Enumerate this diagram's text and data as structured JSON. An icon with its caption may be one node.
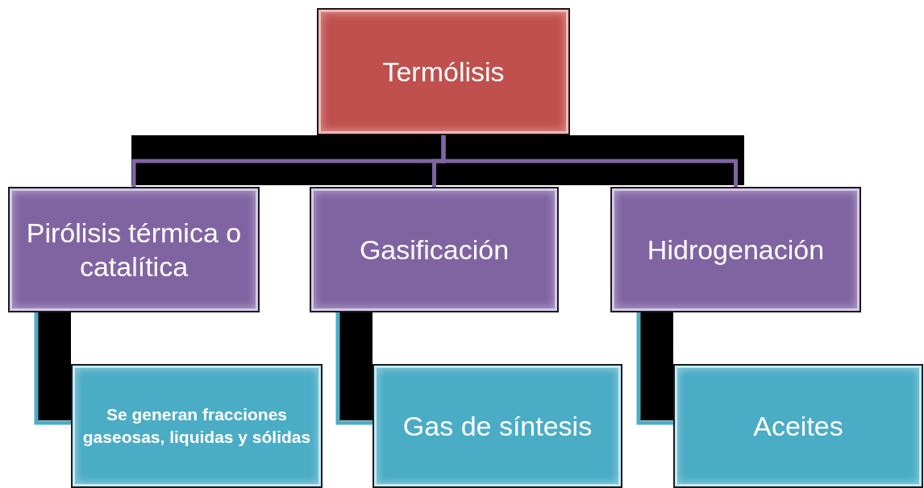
{
  "diagram": {
    "nodes": [
      {
        "text": [
          "Termólisis"
        ]
      },
      {
        "text": [
          "Pirólisis térmica o catalítica"
        ]
      },
      {
        "text": [
          "Gasificación"
        ]
      },
      {
        "text": [
          "Hidrogenación"
        ]
      },
      {
        "text": [
          "Se generan fracciones gaseosas, liquidas y sólidas"
        ]
      },
      {
        "text": [
          "Gas de síntesis"
        ]
      },
      {
        "text": [
          "Aceites"
        ]
      }
    ],
    "edges": [
      {
        "from": 0,
        "to": 1,
        "arrow": "none"
      },
      {
        "from": 0,
        "to": 2,
        "arrow": "none"
      },
      {
        "from": 0,
        "to": 3,
        "arrow": "none"
      },
      {
        "from": 1,
        "to": 4,
        "arrow": "none",
        "color": "#4bacc6"
      },
      {
        "from": 2,
        "to": 5,
        "arrow": "none",
        "color": "#4bacc6"
      },
      {
        "from": 3,
        "to": 6,
        "arrow": "none",
        "color": "#4bacc6"
      }
    ]
  }
}
